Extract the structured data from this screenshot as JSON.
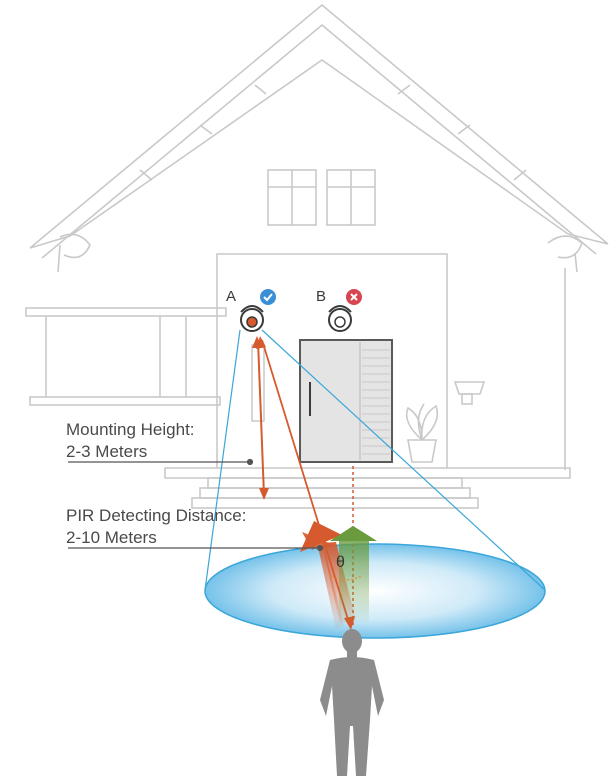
{
  "labels": {
    "mounting_title": "Mounting Height:",
    "mounting_value": "2-3 Meters",
    "pir_title": "PIR Detecting Distance:",
    "pir_value": "2-10 Meters",
    "angle_symbol": "θ"
  },
  "cameras": [
    {
      "letter": "A",
      "status": "correct",
      "status_icon": "check-icon",
      "status_color": "#3b8fd6"
    },
    {
      "letter": "B",
      "status": "incorrect",
      "status_icon": "x-icon",
      "status_color": "#d64550"
    }
  ],
  "colors": {
    "house_line": "#c9c9c9",
    "arrow_red": "#d65a2e",
    "arrow_green": "#6a9b3e",
    "detect_zone": "#5fb8e6",
    "person": "#8c8c8c",
    "door": "#e4e4e4"
  }
}
